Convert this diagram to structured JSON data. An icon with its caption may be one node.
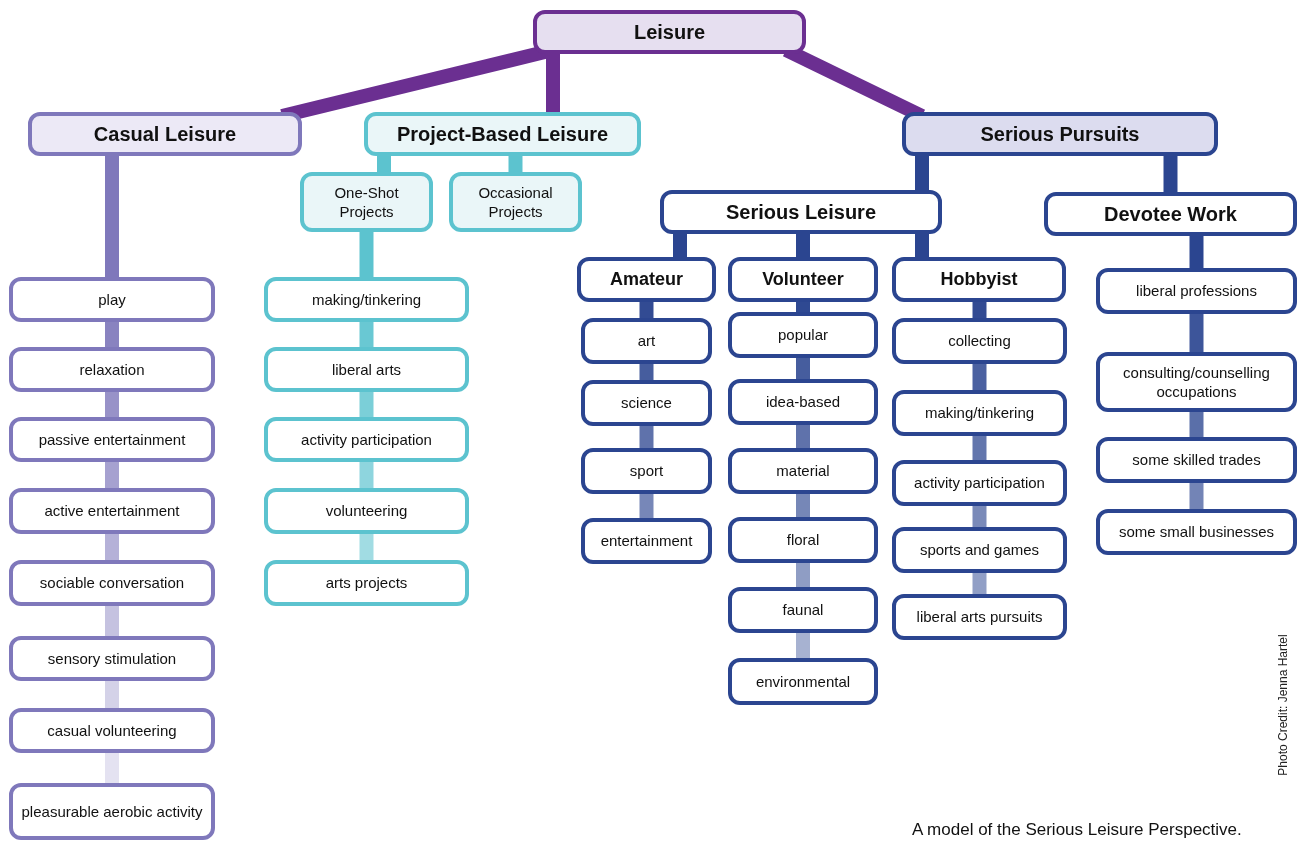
{
  "diagram": {
    "caption": "A model of the Serious Leisure Perspective.",
    "nodes": [
      {
        "text": [
          "Leisure"
        ]
      },
      {
        "text": [
          "Casual Leisure"
        ]
      },
      {
        "text": [
          "Project-Based Leisure"
        ]
      },
      {
        "text": [
          "Serious Pursuits"
        ]
      },
      {
        "text": [
          "play"
        ]
      },
      {
        "text": [
          "relaxation"
        ]
      },
      {
        "text": [
          "passive entertainment"
        ]
      },
      {
        "text": [
          "active entertainment"
        ]
      },
      {
        "text": [
          "sociable conversation"
        ]
      },
      {
        "text": [
          "sensory stimulation"
        ]
      },
      {
        "text": [
          "casual volunteering"
        ]
      },
      {
        "text": [
          "pleasurable aerobic activity"
        ]
      },
      {
        "text": [
          "One-Shot Projects"
        ]
      },
      {
        "text": [
          "Occasional Projects"
        ]
      },
      {
        "text": [
          "making/tinkering"
        ]
      },
      {
        "text": [
          "liberal arts"
        ]
      },
      {
        "text": [
          "activity participation"
        ]
      },
      {
        "text": [
          "volunteering"
        ]
      },
      {
        "text": [
          "arts projects"
        ]
      },
      {
        "text": [
          "Serious Leisure"
        ]
      },
      {
        "text": [
          "Devotee Work"
        ]
      },
      {
        "text": [
          "Amateur"
        ]
      },
      {
        "text": [
          "Volunteer"
        ]
      },
      {
        "text": [
          "Hobbyist"
        ]
      },
      {
        "text": [
          "art"
        ]
      },
      {
        "text": [
          "science"
        ]
      },
      {
        "text": [
          "sport"
        ]
      },
      {
        "text": [
          "entertainment"
        ]
      },
      {
        "text": [
          "popular"
        ]
      },
      {
        "text": [
          "idea-based"
        ]
      },
      {
        "text": [
          "material"
        ]
      },
      {
        "text": [
          "floral"
        ]
      },
      {
        "text": [
          "faunal"
        ]
      },
      {
        "text": [
          "environmental"
        ]
      },
      {
        "text": [
          "collecting"
        ]
      },
      {
        "text": [
          "making/tinkering"
        ]
      },
      {
        "text": [
          "activity participation"
        ]
      },
      {
        "text": [
          "sports and games"
        ]
      },
      {
        "text": [
          "liberal arts pursuits"
        ]
      },
      {
        "text": [
          "liberal professions"
        ]
      },
      {
        "text": [
          "consulting/counselling occupations"
        ]
      },
      {
        "text": [
          "some skilled trades"
        ]
      },
      {
        "text": [
          "some small businesses"
        ]
      }
    ],
    "edges": [
      {
        "from": 0,
        "to": 1,
        "arrow": "none",
        "color": "#6b2f91"
      },
      {
        "from": 0,
        "to": 2,
        "arrow": "none",
        "color": "#6b2f91"
      },
      {
        "from": 0,
        "to": 3,
        "arrow": "none",
        "color": "#6b2f91"
      },
      {
        "from": 1,
        "to": 4,
        "arrow": "none",
        "color": "#7f78bb"
      },
      {
        "from": 4,
        "to": 5,
        "arrow": "none",
        "color": "#7f78bb"
      },
      {
        "from": 5,
        "to": 6,
        "arrow": "none",
        "color": "#7f78bb"
      },
      {
        "from": 6,
        "to": 7,
        "arrow": "none",
        "color": "#7f78bb"
      },
      {
        "from": 7,
        "to": 8,
        "arrow": "none",
        "color": "#7f78bb"
      },
      {
        "from": 8,
        "to": 9,
        "arrow": "none",
        "color": "#7f78bb"
      },
      {
        "from": 9,
        "to": 10,
        "arrow": "none",
        "color": "#7f78bb"
      },
      {
        "from": 10,
        "to": 11,
        "arrow": "none",
        "color": "#7f78bb"
      },
      {
        "from": 2,
        "to": 12,
        "arrow": "none",
        "color": "#5cc3cf"
      },
      {
        "from": 2,
        "to": 13,
        "arrow": "none",
        "color": "#5cc3cf"
      },
      {
        "from": 12,
        "to": 14,
        "arrow": "none",
        "color": "#5cc3cf"
      },
      {
        "from": 14,
        "to": 15,
        "arrow": "none",
        "color": "#5cc3cf"
      },
      {
        "from": 15,
        "to": 16,
        "arrow": "none",
        "color": "#5cc3cf"
      },
      {
        "from": 16,
        "to": 17,
        "arrow": "none",
        "color": "#5cc3cf"
      },
      {
        "from": 17,
        "to": 18,
        "arrow": "none",
        "color": "#5cc3cf"
      },
      {
        "from": 3,
        "to": 19,
        "arrow": "none"
      },
      {
        "from": 3,
        "to": 20,
        "arrow": "none"
      },
      {
        "from": 19,
        "to": 21,
        "arrow": "none"
      },
      {
        "from": 19,
        "to": 22,
        "arrow": "none"
      },
      {
        "from": 19,
        "to": 23,
        "arrow": "none"
      },
      {
        "from": 21,
        "to": 24,
        "arrow": "none"
      },
      {
        "from": 24,
        "to": 25,
        "arrow": "none"
      },
      {
        "from": 25,
        "to": 26,
        "arrow": "none"
      },
      {
        "from": 26,
        "to": 27,
        "arrow": "none"
      },
      {
        "from": 22,
        "to": 28,
        "arrow": "none"
      },
      {
        "from": 28,
        "to": 29,
        "arrow": "none"
      },
      {
        "from": 29,
        "to": 30,
        "arrow": "none"
      },
      {
        "from": 30,
        "to": 31,
        "arrow": "none"
      },
      {
        "from": 31,
        "to": 32,
        "arrow": "none"
      },
      {
        "from": 32,
        "to": 33,
        "arrow": "none"
      },
      {
        "from": 23,
        "to": 34,
        "arrow": "none"
      },
      {
        "from": 34,
        "to": 35,
        "arrow": "none"
      },
      {
        "from": 35,
        "to": 36,
        "arrow": "none"
      },
      {
        "from": 36,
        "to": 37,
        "arrow": "none"
      },
      {
        "from": 37,
        "to": 38,
        "arrow": "none"
      },
      {
        "from": 20,
        "to": 39,
        "arrow": "none"
      },
      {
        "from": 39,
        "to": 40,
        "arrow": "none"
      },
      {
        "from": 40,
        "to": 41,
        "arrow": "none"
      },
      {
        "from": 41,
        "to": 42,
        "arrow": "none"
      }
    ],
    "labels": [
      "Photo Credit: Jenna Hartel"
    ]
  }
}
